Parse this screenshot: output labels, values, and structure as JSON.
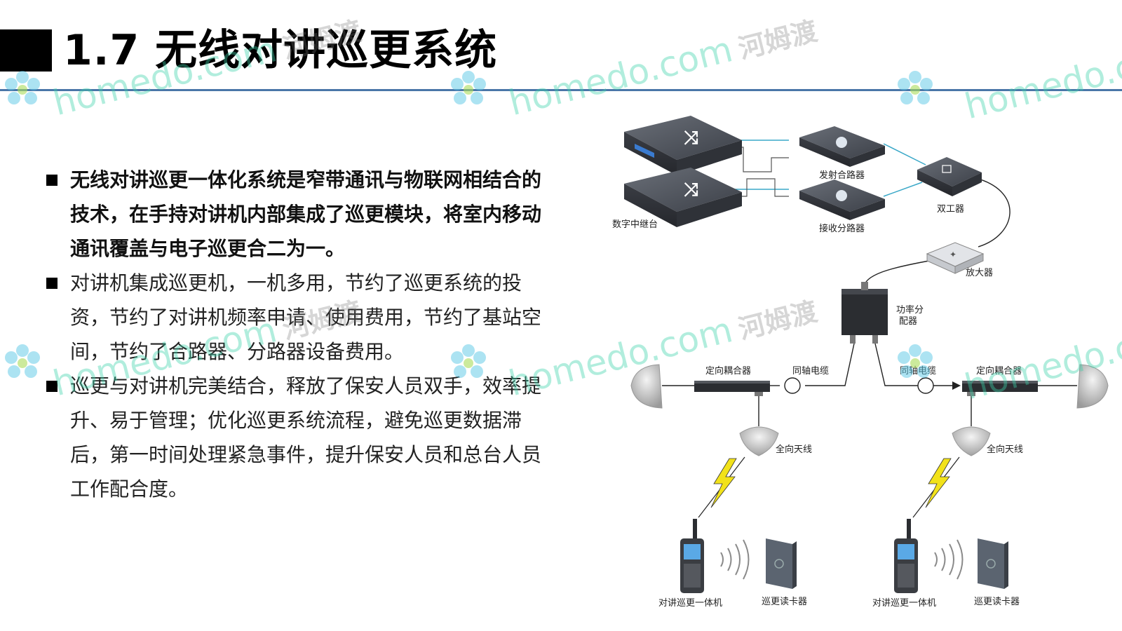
{
  "title": "1.7 无线对讲巡更系统",
  "bullets": [
    {
      "text": "无线对讲巡更一体化系统是窄带通讯与物联网相结合的技术，在手持对讲机内部集成了巡更模块，将室内移动通讯覆盖与电子巡更合二为一。",
      "bold": true
    },
    {
      "text": "对讲机集成巡更机，一机多用，节约了巡更系统的投资，节约了对讲机频率申请、使用费用，节约了基站空间，节约了合路器、分路器设备费用。",
      "bold": false
    },
    {
      "text": "巡更与对讲机完美结合，释放了保安人员双手，效率提升、易于管理；优化巡更系统流程，避免巡更数据滞后，第一时间处理紧急事件，提升保安人员和总台人员工作配合度。",
      "bold": false
    }
  ],
  "diagram": {
    "repeater": "数字中继台",
    "tx_combiner": "发射合路器",
    "rx_splitter": "接收分路器",
    "duplexer": "双工器",
    "amplifier": "放大器",
    "power_divider_1": "功率分",
    "power_divider_2": "配器",
    "coax_left": "同轴电缆",
    "coax_right": "同轴电缆",
    "coupler_left": "定向耦合器",
    "coupler_right": "定向耦合器",
    "omni_left": "全向天线",
    "omni_right": "全向天线",
    "radio_left": "对讲巡更一体机",
    "radio_right": "对讲巡更一体机",
    "reader_left": "巡更读卡器",
    "reader_right": "巡更读卡器"
  },
  "watermark": {
    "text": "homedo.com",
    "cn": "河姆渡"
  },
  "colors": {
    "rule": "#4a76a8",
    "cable": "#3aa8c8",
    "bolt": "#f2e21a",
    "watermark": "#3cd2aa"
  }
}
